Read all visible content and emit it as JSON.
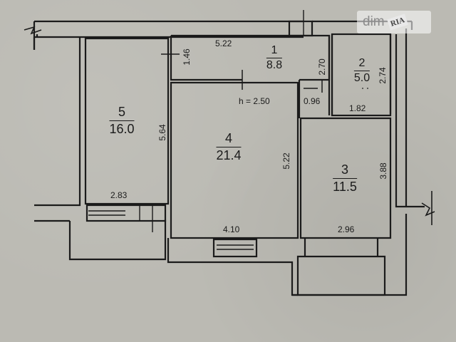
{
  "watermark": {
    "text": "dim",
    "badge": "RIA"
  },
  "rooms": {
    "r1": {
      "number": "1",
      "area": "8.8"
    },
    "r2": {
      "number": "2",
      "area": "5.0"
    },
    "r3": {
      "number": "3",
      "area": "11.5"
    },
    "r4": {
      "number": "4",
      "area": "21.4"
    },
    "r5": {
      "number": "5",
      "area": "16.0"
    }
  },
  "dimensions": {
    "hall_width": "5.22",
    "hall_depth": "1.46",
    "hall_side": "2.70",
    "bath_height": "2.74",
    "bath_width": "1.82",
    "ceiling_height": "h = 2.50",
    "passage_width": "0.96",
    "bedroom_height": "5.64",
    "bedroom_width": "2.83",
    "living_height": "5.22",
    "living_width": "4.10",
    "kitchen_height": "3.88",
    "kitchen_width": "2.96"
  },
  "colors": {
    "paper": "#bbbab3",
    "ink": "#1b1b1b"
  }
}
